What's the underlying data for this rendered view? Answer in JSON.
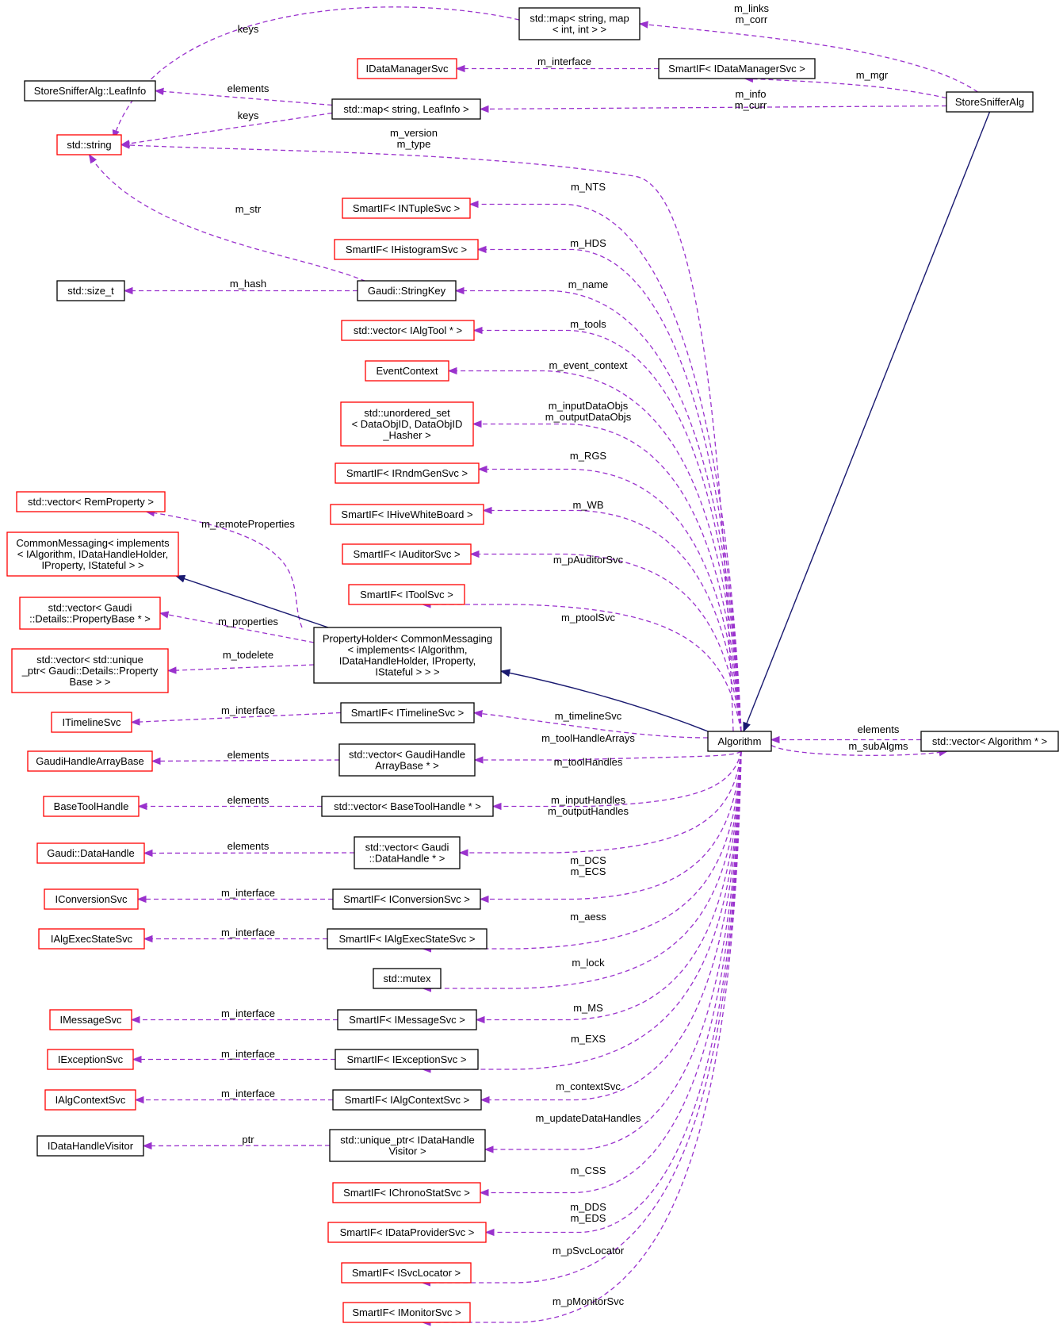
{
  "colors": {
    "usage_edge": "#9a32cd",
    "inheritance_edge": "#191970",
    "undocumented_border": "#ff0000",
    "documented_border": "#000000",
    "focus_fill": "#bfbfbf"
  },
  "nodes": {
    "storesnifferalg": {
      "lines": [
        "StoreSnifferAlg"
      ],
      "style": "focus"
    },
    "algorithm": {
      "lines": [
        "Algorithm"
      ],
      "style": "black"
    },
    "vector_algorithm": {
      "lines": [
        "std::vector< Algorithm * >"
      ],
      "style": "black"
    },
    "map_string_map": {
      "lines": [
        "std::map< string, map",
        "< int, int > >"
      ],
      "style": "black"
    },
    "idatamanagersvc": {
      "lines": [
        "IDataManagerSvc"
      ],
      "style": "red"
    },
    "smartif_idatamanagersvc": {
      "lines": [
        "SmartIF< IDataManagerSvc >"
      ],
      "style": "black"
    },
    "leafinfo": {
      "lines": [
        "StoreSnifferAlg::LeafInfo"
      ],
      "style": "black"
    },
    "map_string_leafinfo": {
      "lines": [
        "std::map< string, LeafInfo >"
      ],
      "style": "black"
    },
    "std_string": {
      "lines": [
        "std::string"
      ],
      "style": "red"
    },
    "smartif_intuplesvc": {
      "lines": [
        "SmartIF< INTupleSvc >"
      ],
      "style": "red"
    },
    "smartif_ihistogramsvc": {
      "lines": [
        "SmartIF< IHistogramSvc >"
      ],
      "style": "red"
    },
    "std_size_t": {
      "lines": [
        "std::size_t"
      ],
      "style": "black"
    },
    "gaudi_stringkey": {
      "lines": [
        "Gaudi::StringKey"
      ],
      "style": "black"
    },
    "vector_ialgtool": {
      "lines": [
        "std::vector< IAlgTool * >"
      ],
      "style": "red"
    },
    "eventcontext": {
      "lines": [
        "EventContext"
      ],
      "style": "red"
    },
    "unordered_set": {
      "lines": [
        "std::unordered_set",
        "< DataObjID, DataObjID",
        "_Hasher >"
      ],
      "style": "red"
    },
    "smartif_irndmgensvc": {
      "lines": [
        "SmartIF< IRndmGenSvc >"
      ],
      "style": "red"
    },
    "smartif_ihivewhiteboard": {
      "lines": [
        "SmartIF< IHiveWhiteBoard >"
      ],
      "style": "red"
    },
    "vector_remproperty": {
      "lines": [
        "std::vector< RemProperty >"
      ],
      "style": "red"
    },
    "smartif_iauditorsvc": {
      "lines": [
        "SmartIF< IAuditorSvc >"
      ],
      "style": "red"
    },
    "commonmessaging": {
      "lines": [
        "CommonMessaging< implements",
        "< IAlgorithm, IDataHandleHolder,",
        "IProperty, IStateful > >"
      ],
      "style": "red"
    },
    "smartif_itoolsvc": {
      "lines": [
        "SmartIF< IToolSvc >"
      ],
      "style": "red"
    },
    "vector_propertybase": {
      "lines": [
        "std::vector< Gaudi",
        "::Details::PropertyBase * >"
      ],
      "style": "red"
    },
    "propertyholder": {
      "lines": [
        "PropertyHolder< CommonMessaging",
        "< implements< IAlgorithm,",
        "IDataHandleHolder, IProperty,",
        "IStateful > > >"
      ],
      "style": "black"
    },
    "vector_unique_propertybase": {
      "lines": [
        "std::vector< std::unique",
        "_ptr< Gaudi::Details::Property",
        "Base > >"
      ],
      "style": "red"
    },
    "itimelinesvc": {
      "lines": [
        "ITimelineSvc"
      ],
      "style": "red"
    },
    "smartif_itimelinesvc": {
      "lines": [
        "SmartIF< ITimelineSvc >"
      ],
      "style": "black"
    },
    "gaudihandlearraybase": {
      "lines": [
        "GaudiHandleArrayBase"
      ],
      "style": "red"
    },
    "vector_gaudihandlearraybase": {
      "lines": [
        "std::vector< GaudiHandle",
        "ArrayBase * >"
      ],
      "style": "black"
    },
    "basetoolhandle": {
      "lines": [
        "BaseToolHandle"
      ],
      "style": "red"
    },
    "vector_basetoolhandle": {
      "lines": [
        "std::vector< BaseToolHandle * >"
      ],
      "style": "black"
    },
    "gaudi_datahandle": {
      "lines": [
        "Gaudi::DataHandle"
      ],
      "style": "red"
    },
    "vector_datahandle": {
      "lines": [
        "std::vector< Gaudi",
        "::DataHandle * >"
      ],
      "style": "black"
    },
    "iconversionsvc": {
      "lines": [
        "IConversionSvc"
      ],
      "style": "red"
    },
    "smartif_iconversionsvc": {
      "lines": [
        "SmartIF< IConversionSvc >"
      ],
      "style": "black"
    },
    "ialgexecstatesvc": {
      "lines": [
        "IAlgExecStateSvc"
      ],
      "style": "red"
    },
    "smartif_ialgexecstatesvc": {
      "lines": [
        "SmartIF< IAlgExecStateSvc >"
      ],
      "style": "black"
    },
    "std_mutex": {
      "lines": [
        "std::mutex"
      ],
      "style": "black"
    },
    "imessagesvc": {
      "lines": [
        "IMessageSvc"
      ],
      "style": "red"
    },
    "smartif_imessagesvc": {
      "lines": [
        "SmartIF< IMessageSvc >"
      ],
      "style": "black"
    },
    "iexceptionsvc": {
      "lines": [
        "IExceptionSvc"
      ],
      "style": "red"
    },
    "smartif_iexceptionsvc": {
      "lines": [
        "SmartIF< IExceptionSvc >"
      ],
      "style": "black"
    },
    "ialgcontextsvc": {
      "lines": [
        "IAlgContextSvc"
      ],
      "style": "red"
    },
    "smartif_ialgcontextsvc": {
      "lines": [
        "SmartIF< IAlgContextSvc >"
      ],
      "style": "black"
    },
    "idatahandlevisitor": {
      "lines": [
        "IDataHandleVisitor"
      ],
      "style": "black"
    },
    "unique_ptr_idatahandlevisitor": {
      "lines": [
        "std::unique_ptr< IDataHandle",
        "Visitor >"
      ],
      "style": "black"
    },
    "smartif_ichronostatsvc": {
      "lines": [
        "SmartIF< IChronoStatSvc >"
      ],
      "style": "red"
    },
    "smartif_idataprovidersvc": {
      "lines": [
        "SmartIF< IDataProviderSvc >"
      ],
      "style": "red"
    },
    "smartif_isvclocator": {
      "lines": [
        "SmartIF< ISvcLocator >"
      ],
      "style": "red"
    },
    "smartif_imonitorsvc": {
      "lines": [
        "SmartIF< IMonitorSvc >"
      ],
      "style": "red"
    }
  },
  "edges": [
    {
      "id": "storesniffer-map_string_map",
      "from": "storesnifferalg",
      "to": "map_string_map",
      "kind": "usage",
      "label": [
        "m_links",
        "m_corr"
      ]
    },
    {
      "id": "storesniffer-smartif_idatamanagersvc",
      "from": "storesnifferalg",
      "to": "smartif_idatamanagersvc",
      "kind": "usage",
      "label": [
        "m_mgr"
      ]
    },
    {
      "id": "storesniffer-map_string_leafinfo",
      "from": "storesnifferalg",
      "to": "map_string_leafinfo",
      "kind": "usage",
      "label": [
        "m_info",
        "m_curr"
      ]
    },
    {
      "id": "map_string_map-std_string",
      "from": "map_string_map",
      "to": "std_string",
      "kind": "usage",
      "label": [
        "keys"
      ]
    },
    {
      "id": "smartif_idatamanagersvc-idatamanagersvc",
      "from": "smartif_idatamanagersvc",
      "to": "idatamanagersvc",
      "kind": "usage",
      "label": [
        "m_interface"
      ]
    },
    {
      "id": "map_string_leafinfo-leafinfo",
      "from": "map_string_leafinfo",
      "to": "leafinfo",
      "kind": "usage",
      "label": [
        "elements"
      ]
    },
    {
      "id": "map_string_leafinfo-std_string",
      "from": "map_string_leafinfo",
      "to": "std_string",
      "kind": "usage",
      "label": [
        "keys"
      ]
    },
    {
      "id": "algorithm-std_string",
      "from": "algorithm",
      "to": "std_string",
      "kind": "usage",
      "label": [
        "m_version",
        "m_type"
      ]
    },
    {
      "id": "gaudi_stringkey-std_string",
      "from": "gaudi_stringkey",
      "to": "std_string",
      "kind": "usage",
      "label": [
        "m_str"
      ]
    },
    {
      "id": "gaudi_stringkey-std_size_t",
      "from": "gaudi_stringkey",
      "to": "std_size_t",
      "kind": "usage",
      "label": [
        "m_hash"
      ]
    },
    {
      "id": "algorithm-smartif_intuplesvc",
      "from": "algorithm",
      "to": "smartif_intuplesvc",
      "kind": "usage",
      "label": [
        "m_NTS"
      ]
    },
    {
      "id": "algorithm-smartif_ihistogramsvc",
      "from": "algorithm",
      "to": "smartif_ihistogramsvc",
      "kind": "usage",
      "label": [
        "m_HDS"
      ]
    },
    {
      "id": "algorithm-gaudi_stringkey",
      "from": "algorithm",
      "to": "gaudi_stringkey",
      "kind": "usage",
      "label": [
        "m_name"
      ]
    },
    {
      "id": "algorithm-vector_ialgtool",
      "from": "algorithm",
      "to": "vector_ialgtool",
      "kind": "usage",
      "label": [
        "m_tools"
      ]
    },
    {
      "id": "algorithm-eventcontext",
      "from": "algorithm",
      "to": "eventcontext",
      "kind": "usage",
      "label": [
        "m_event_context"
      ]
    },
    {
      "id": "algorithm-unordered_set",
      "from": "algorithm",
      "to": "unordered_set",
      "kind": "usage",
      "label": [
        "m_inputDataObjs",
        "m_outputDataObjs"
      ]
    },
    {
      "id": "algorithm-smartif_irndmgensvc",
      "from": "algorithm",
      "to": "smartif_irndmgensvc",
      "kind": "usage",
      "label": [
        "m_RGS"
      ]
    },
    {
      "id": "algorithm-smartif_ihivewhiteboard",
      "from": "algorithm",
      "to": "smartif_ihivewhiteboard",
      "kind": "usage",
      "label": [
        "m_WB"
      ]
    },
    {
      "id": "algorithm-smartif_iauditorsvc",
      "from": "algorithm",
      "to": "smartif_iauditorsvc",
      "kind": "usage",
      "label": [
        "m_pAuditorSvc"
      ]
    },
    {
      "id": "algorithm-smartif_itoolsvc",
      "from": "algorithm",
      "to": "smartif_itoolsvc",
      "kind": "usage",
      "label": [
        "m_ptoolSvc"
      ]
    },
    {
      "id": "propertyholder-vector_remproperty",
      "from": "propertyholder",
      "to": "vector_remproperty",
      "kind": "usage",
      "label": [
        "m_remoteProperties"
      ]
    },
    {
      "id": "propertyholder-commonmessaging",
      "from": "propertyholder",
      "to": "commonmessaging",
      "kind": "inheritance",
      "label": []
    },
    {
      "id": "propertyholder-vector_propertybase",
      "from": "propertyholder",
      "to": "vector_propertybase",
      "kind": "usage",
      "label": [
        "m_properties"
      ]
    },
    {
      "id": "propertyholder-vector_unique_propertybase",
      "from": "propertyholder",
      "to": "vector_unique_propertybase",
      "kind": "usage",
      "label": [
        "m_todelete"
      ]
    },
    {
      "id": "algorithm-propertyholder",
      "from": "algorithm",
      "to": "propertyholder",
      "kind": "inheritance",
      "label": []
    },
    {
      "id": "storesniffer-algorithm",
      "from": "storesnifferalg",
      "to": "algorithm",
      "kind": "inheritance",
      "label": []
    },
    {
      "id": "vector_algorithm-algorithm",
      "from": "vector_algorithm",
      "to": "algorithm",
      "kind": "usage",
      "label": [
        "elements"
      ]
    },
    {
      "id": "algorithm-vector_algorithm",
      "from": "algorithm",
      "to": "vector_algorithm",
      "kind": "usage",
      "label": [
        "m_subAlgms"
      ]
    },
    {
      "id": "smartif_itimelinesvc-itimelinesvc",
      "from": "smartif_itimelinesvc",
      "to": "itimelinesvc",
      "kind": "usage",
      "label": [
        "m_interface"
      ]
    },
    {
      "id": "algorithm-smartif_itimelinesvc",
      "from": "algorithm",
      "to": "smartif_itimelinesvc",
      "kind": "usage",
      "label": [
        "m_timelineSvc"
      ]
    },
    {
      "id": "vector_gaudihandlearraybase-gaudihandlearraybase",
      "from": "vector_gaudihandlearraybase",
      "to": "gaudihandlearraybase",
      "kind": "usage",
      "label": [
        "elements"
      ]
    },
    {
      "id": "algorithm-vector_gaudihandlearraybase",
      "from": "algorithm",
      "to": "vector_gaudihandlearraybase",
      "kind": "usage",
      "label": [
        "m_toolHandleArrays"
      ]
    },
    {
      "id": "vector_basetoolhandle-basetoolhandle",
      "from": "vector_basetoolhandle",
      "to": "basetoolhandle",
      "kind": "usage",
      "label": [
        "elements"
      ]
    },
    {
      "id": "algorithm-vector_basetoolhandle",
      "from": "algorithm",
      "to": "vector_basetoolhandle",
      "kind": "usage",
      "label": [
        "m_toolHandles"
      ]
    },
    {
      "id": "vector_datahandle-gaudi_datahandle",
      "from": "vector_datahandle",
      "to": "gaudi_datahandle",
      "kind": "usage",
      "label": [
        "elements"
      ]
    },
    {
      "id": "algorithm-vector_datahandle",
      "from": "algorithm",
      "to": "vector_datahandle",
      "kind": "usage",
      "label": [
        "m_inputHandles",
        "m_outputHandles"
      ]
    },
    {
      "id": "smartif_iconversionsvc-iconversionsvc",
      "from": "smartif_iconversionsvc",
      "to": "iconversionsvc",
      "kind": "usage",
      "label": [
        "m_interface"
      ]
    },
    {
      "id": "algorithm-smartif_iconversionsvc",
      "from": "algorithm",
      "to": "smartif_iconversionsvc",
      "kind": "usage",
      "label": [
        "m_DCS",
        "m_ECS"
      ]
    },
    {
      "id": "smartif_ialgexecstatesvc-ialgexecstatesvc",
      "from": "smartif_ialgexecstatesvc",
      "to": "ialgexecstatesvc",
      "kind": "usage",
      "label": [
        "m_interface"
      ]
    },
    {
      "id": "algorithm-smartif_ialgexecstatesvc",
      "from": "algorithm",
      "to": "smartif_ialgexecstatesvc",
      "kind": "usage",
      "label": [
        "m_aess"
      ]
    },
    {
      "id": "algorithm-std_mutex",
      "from": "algorithm",
      "to": "std_mutex",
      "kind": "usage",
      "label": [
        "m_lock"
      ]
    },
    {
      "id": "smartif_imessagesvc-imessagesvc",
      "from": "smartif_imessagesvc",
      "to": "imessagesvc",
      "kind": "usage",
      "label": [
        "m_interface"
      ]
    },
    {
      "id": "algorithm-smartif_imessagesvc",
      "from": "algorithm",
      "to": "smartif_imessagesvc",
      "kind": "usage",
      "label": [
        "m_MS"
      ]
    },
    {
      "id": "smartif_iexceptionsvc-iexceptionsvc",
      "from": "smartif_iexceptionsvc",
      "to": "iexceptionsvc",
      "kind": "usage",
      "label": [
        "m_interface"
      ]
    },
    {
      "id": "algorithm-smartif_iexceptionsvc",
      "from": "algorithm",
      "to": "smartif_iexceptionsvc",
      "kind": "usage",
      "label": [
        "m_EXS"
      ]
    },
    {
      "id": "smartif_ialgcontextsvc-ialgcontextsvc",
      "from": "smartif_ialgcontextsvc",
      "to": "ialgcontextsvc",
      "kind": "usage",
      "label": [
        "m_interface"
      ]
    },
    {
      "id": "algorithm-smartif_ialgcontextsvc",
      "from": "algorithm",
      "to": "smartif_ialgcontextsvc",
      "kind": "usage",
      "label": [
        "m_contextSvc"
      ]
    },
    {
      "id": "unique_ptr-idatahandlevisitor",
      "from": "unique_ptr_idatahandlevisitor",
      "to": "idatahandlevisitor",
      "kind": "usage",
      "label": [
        "ptr"
      ]
    },
    {
      "id": "algorithm-unique_ptr",
      "from": "algorithm",
      "to": "unique_ptr_idatahandlevisitor",
      "kind": "usage",
      "label": [
        "m_updateDataHandles"
      ]
    },
    {
      "id": "algorithm-smartif_ichronostatsvc",
      "from": "algorithm",
      "to": "smartif_ichronostatsvc",
      "kind": "usage",
      "label": [
        "m_CSS"
      ]
    },
    {
      "id": "algorithm-smartif_idataprovidersvc",
      "from": "algorithm",
      "to": "smartif_idataprovidersvc",
      "kind": "usage",
      "label": [
        "m_DDS",
        "m_EDS"
      ]
    },
    {
      "id": "algorithm-smartif_isvclocator",
      "from": "algorithm",
      "to": "smartif_isvclocator",
      "kind": "usage",
      "label": [
        "m_pSvcLocator"
      ]
    },
    {
      "id": "algorithm-smartif_imonitorsvc",
      "from": "algorithm",
      "to": "smartif_imonitorsvc",
      "kind": "usage",
      "label": [
        "m_pMonitorSvc"
      ]
    }
  ]
}
